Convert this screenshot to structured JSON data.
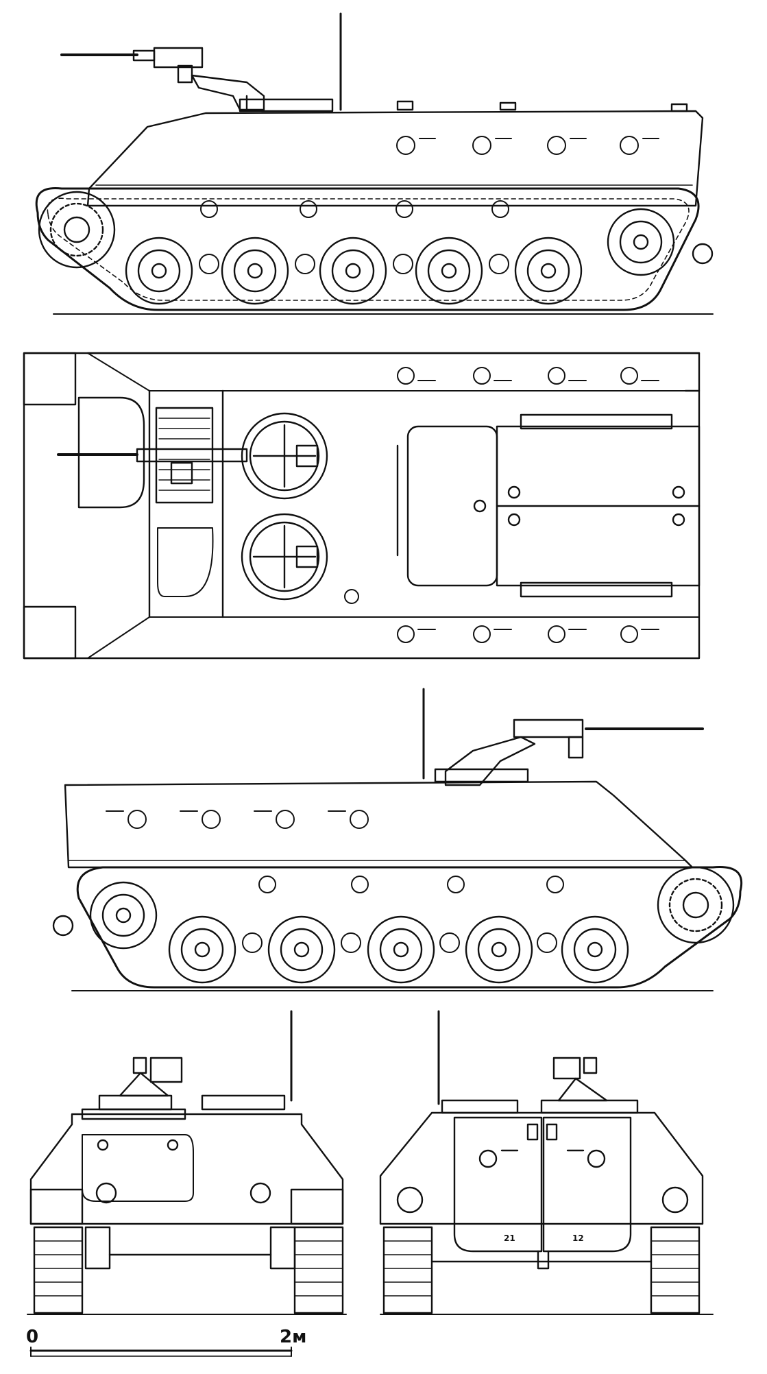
{
  "scale_bar": {
    "start_label": "0",
    "end_label": "2м"
  },
  "front_plate_markings": {
    "left_door": "21",
    "right_door": "12"
  },
  "colors": {
    "ink": "#111111",
    "paper": "#ffffff"
  }
}
